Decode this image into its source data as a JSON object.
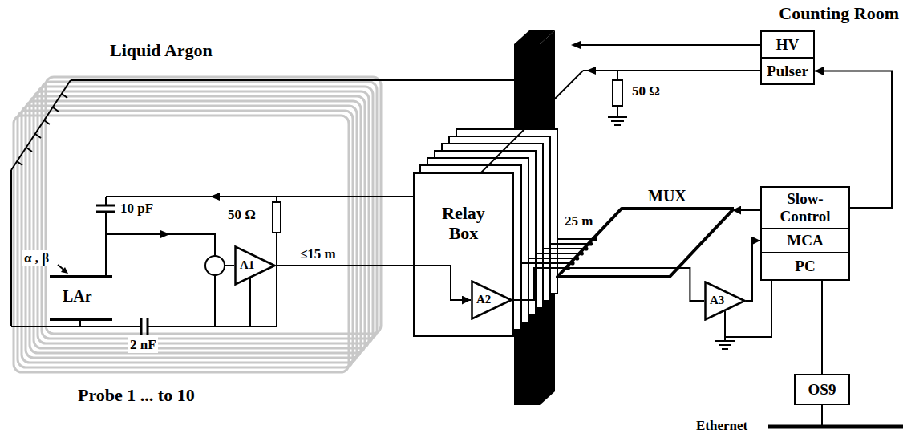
{
  "diagram": {
    "nodes": [
      {
        "text": [
          "A1"
        ]
      },
      {
        "text": [
          "Relay Box"
        ]
      },
      {
        "text": [
          "A2"
        ],
        "in": 1
      },
      {
        "text": [
          "MUX"
        ]
      },
      {
        "text": [
          "A3"
        ]
      },
      {
        "text": [
          "HV"
        ]
      },
      {
        "text": [
          "Pulser"
        ]
      },
      {
        "text": [
          "Slow-Control"
        ]
      },
      {
        "text": [
          "MCA"
        ]
      },
      {
        "text": [
          "PC"
        ]
      },
      {
        "text": [
          "OS9"
        ]
      }
    ],
    "edges": [
      {
        "from": 0,
        "to": 2,
        "arrow": "to",
        "label": "≤15 m"
      },
      {
        "from": 2,
        "to": 3,
        "arrow": "none",
        "label": "25 m"
      },
      {
        "from": 3,
        "to": 4,
        "arrow": "none"
      },
      {
        "from": 4,
        "to": 8,
        "arrow": "to"
      },
      {
        "from": 7,
        "to": 3,
        "arrow": "to"
      },
      {
        "from": 7,
        "to": 6,
        "arrow": "to"
      },
      {
        "from": 9,
        "to": 10,
        "arrow": "none"
      }
    ],
    "labels": [
      "Liquid Argon",
      "Counting Room",
      "10 pF",
      "50 Ω",
      "α , β",
      "LAr",
      "2 nF",
      "Probe 1 ... to 10",
      "50 Ω",
      "Ethernet"
    ]
  }
}
